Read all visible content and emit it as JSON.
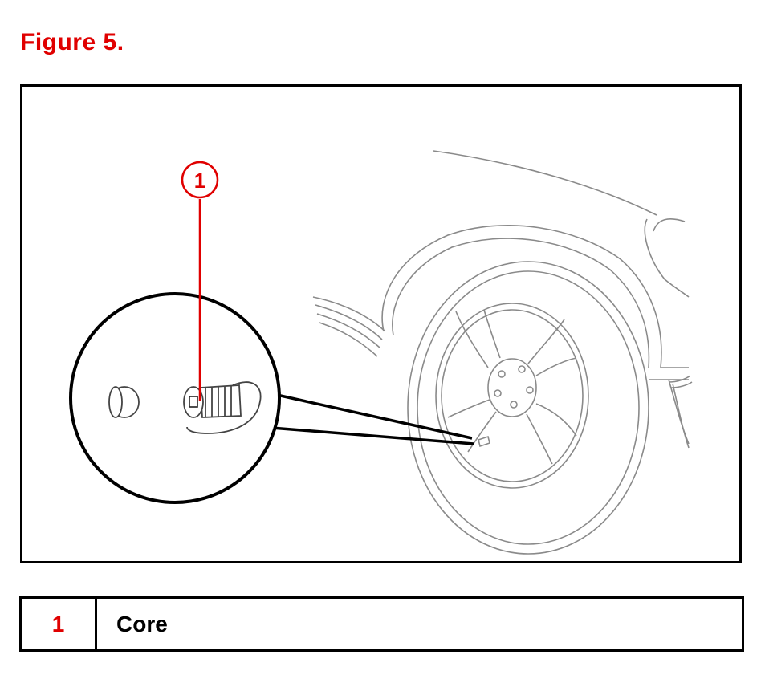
{
  "figure": {
    "title": "Figure 5.",
    "callout_number": "1"
  },
  "legend": {
    "rows": [
      {
        "number": "1",
        "label": "Core"
      }
    ]
  },
  "colors": {
    "accent_red": "#e00000",
    "line_gray": "#8a8a8a",
    "black": "#000000"
  },
  "icons": [
    "valve-stem-icon",
    "valve-cap-icon",
    "wheel-rim-icon",
    "car-body-outline"
  ]
}
